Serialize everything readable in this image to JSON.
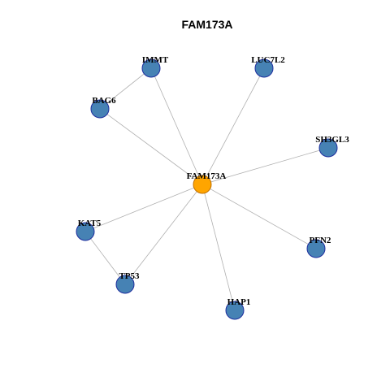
{
  "title": "FAM173A",
  "colors": {
    "hub_fill": "#FFA500",
    "hub_stroke": "#C07000",
    "node_fill": "#4682B4",
    "node_stroke": "#1E2E9E",
    "edge": "#B0B0B0"
  },
  "nodes": [
    {
      "id": "FAM173A",
      "label": "FAM173A",
      "hub": true
    },
    {
      "id": "IMMT",
      "label": "IMMT",
      "hub": false
    },
    {
      "id": "LUC7L2",
      "label": "LUC7L2",
      "hub": false
    },
    {
      "id": "BAG6",
      "label": "BAG6",
      "hub": false
    },
    {
      "id": "SH3GL3",
      "label": "SH3GL3",
      "hub": false
    },
    {
      "id": "KAT5",
      "label": "KAT5",
      "hub": false
    },
    {
      "id": "PFN2",
      "label": "PFN2",
      "hub": false
    },
    {
      "id": "TP53",
      "label": "TP53",
      "hub": false
    },
    {
      "id": "HAP1",
      "label": "HAP1",
      "hub": false
    }
  ],
  "edges": [
    {
      "source": "FAM173A",
      "target": "IMMT"
    },
    {
      "source": "FAM173A",
      "target": "LUC7L2"
    },
    {
      "source": "FAM173A",
      "target": "BAG6"
    },
    {
      "source": "FAM173A",
      "target": "SH3GL3"
    },
    {
      "source": "FAM173A",
      "target": "KAT5"
    },
    {
      "source": "FAM173A",
      "target": "PFN2"
    },
    {
      "source": "FAM173A",
      "target": "TP53"
    },
    {
      "source": "FAM173A",
      "target": "HAP1"
    },
    {
      "source": "IMMT",
      "target": "BAG6"
    },
    {
      "source": "KAT5",
      "target": "TP53"
    }
  ]
}
